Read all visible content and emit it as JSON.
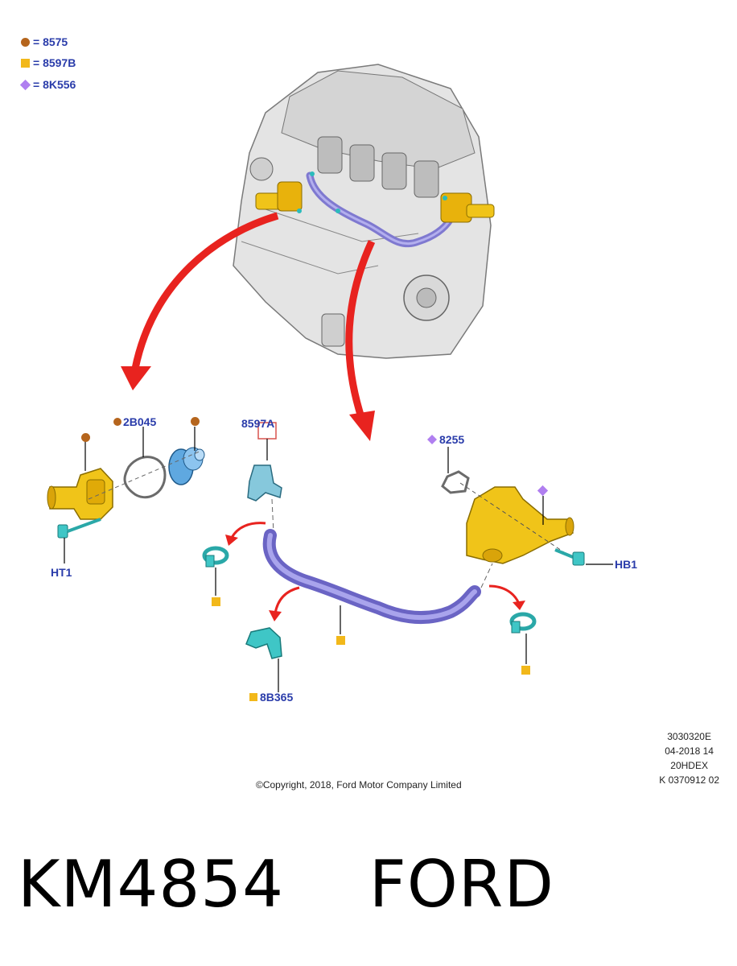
{
  "legend": [
    {
      "symbol": "circle",
      "color": "#b5651d",
      "text": "= 8575"
    },
    {
      "symbol": "square",
      "color": "#f2b81a",
      "text": "= 8597B"
    },
    {
      "symbol": "diamond",
      "color": "#b07ff0",
      "text": "= 8K556"
    }
  ],
  "callouts": {
    "c2b045": "2B045",
    "c8597a": "8597A",
    "c8255": "8255",
    "ht1": "HT1",
    "hb1": "HB1",
    "c8b365": "8B365"
  },
  "reference": {
    "line1": "3030320E",
    "line2": "04-2018 14",
    "line3": "20HDEX",
    "line4": "K 0370912 02"
  },
  "copyright": "©Copyright, 2018, Ford Motor Company Limited",
  "footer": {
    "title": "KM4854    FORD"
  },
  "colors": {
    "callout_text": "#2a3caa",
    "arrow_red": "#e8231f",
    "housing_yellow": "#f0c419",
    "hose_purple": "#8c86d8",
    "clip_teal": "#3fc6c6",
    "engine_gray": "#cfcfcf"
  }
}
